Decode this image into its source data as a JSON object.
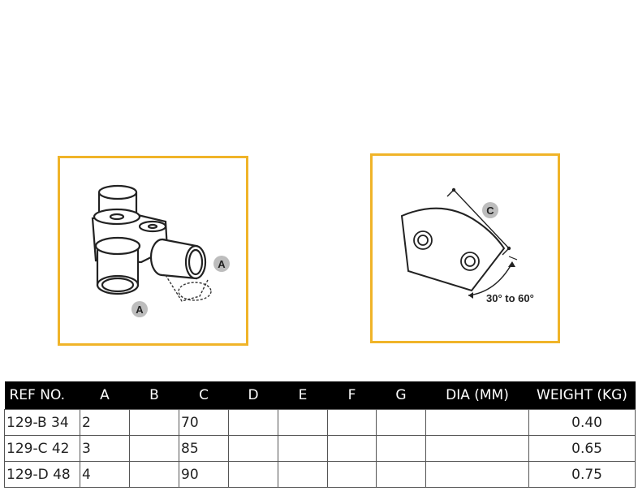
{
  "figures": {
    "left": {
      "callouts": [
        "A",
        "A"
      ]
    },
    "right": {
      "dimension_label": "C",
      "angle_label": "30° to 60°"
    }
  },
  "table": {
    "headers": [
      "REF NO.",
      "A",
      "B",
      "C",
      "D",
      "E",
      "F",
      "G",
      "DIA (MM)",
      "WEIGHT (KG)"
    ],
    "rows": [
      [
        "129-B 34",
        "2",
        "",
        "70",
        "",
        "",
        "",
        "",
        "",
        "0.40"
      ],
      [
        "129-C 42",
        "3",
        "",
        "85",
        "",
        "",
        "",
        "",
        "",
        "0.65"
      ],
      [
        "129-D 48",
        "4",
        "",
        "90",
        "",
        "",
        "",
        "",
        "",
        "0.75"
      ]
    ]
  },
  "colors": {
    "frame_border": "#f0b429",
    "header_bg": "#000000",
    "header_text": "#ffffff"
  }
}
